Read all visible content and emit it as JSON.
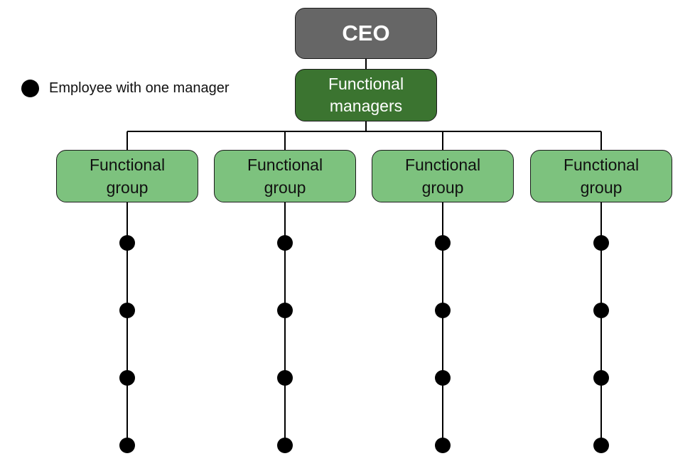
{
  "diagram": {
    "ceo": {
      "label": "CEO"
    },
    "managers": {
      "label": "Functional managers"
    },
    "groups": [
      {
        "label": "Functional group"
      },
      {
        "label": "Functional group"
      },
      {
        "label": "Functional group"
      },
      {
        "label": "Functional group"
      }
    ],
    "employees_per_group": 4,
    "legend": {
      "label": "Employee with one manager"
    }
  },
  "colors": {
    "ceo_fill": "#666666",
    "managers_fill": "#3b7430",
    "group_fill": "#7dc27e",
    "employee_dot": "#000000",
    "line": "#000000"
  }
}
